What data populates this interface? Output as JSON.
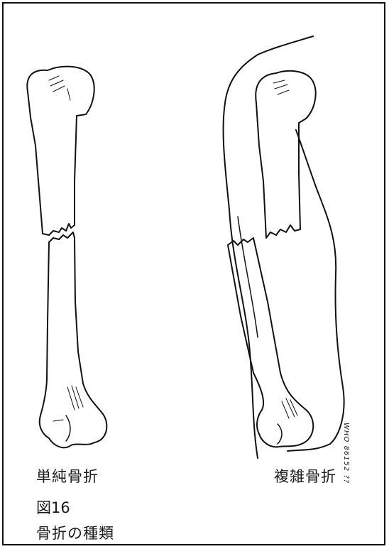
{
  "figure": {
    "number_label": "図16",
    "title": "骨折の種類"
  },
  "panels": [
    {
      "label": "単純骨折"
    },
    {
      "label": "複雑骨折"
    }
  ],
  "credit": "WHO 86152 ??",
  "colors": {
    "ink": "#111111",
    "background": "#ffffff"
  }
}
